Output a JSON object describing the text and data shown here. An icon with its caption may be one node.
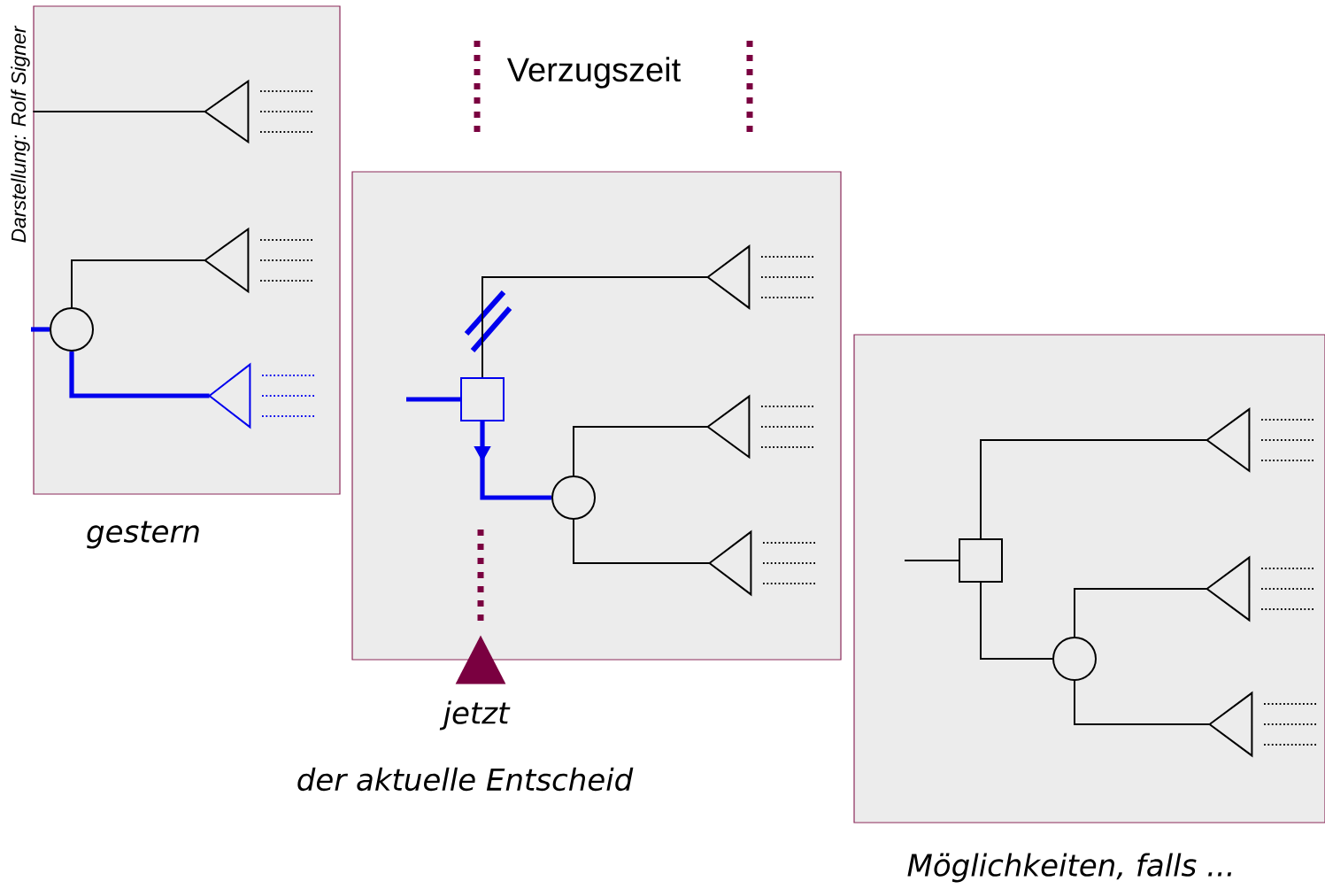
{
  "diagram": {
    "nodes": [
      {
        "text": [],
        "shape": "box",
        "beside": [
          "gestern"
        ]
      },
      {
        "text": [],
        "shape": "triangle",
        "in": 0
      },
      {
        "text": [],
        "shape": "triangle",
        "in": 0
      },
      {
        "text": [],
        "shape": "circle",
        "in": 0
      },
      {
        "text": [],
        "shape": "triangle",
        "in": 0
      },
      {
        "text": [],
        "shape": "box",
        "beside": [
          "der aktuelle Entscheid"
        ]
      },
      {
        "text": [],
        "shape": "triangle",
        "in": 5
      },
      {
        "text": [],
        "shape": "box",
        "in": 5
      },
      {
        "text": [],
        "shape": "triangle",
        "in": 5
      },
      {
        "text": [],
        "shape": "circle",
        "in": 5
      },
      {
        "text": [],
        "shape": "triangle",
        "in": 5
      },
      {
        "text": [],
        "shape": "triangle",
        "beside": [
          "jetzt"
        ]
      },
      {
        "text": [],
        "shape": "box",
        "beside": [
          "Möglichkeiten, falls ..."
        ]
      },
      {
        "text": [],
        "shape": "box",
        "in": 12
      },
      {
        "text": [],
        "shape": "triangle",
        "in": 12
      },
      {
        "text": [],
        "shape": "circle",
        "in": 12
      },
      {
        "text": [],
        "shape": "triangle",
        "in": 12
      },
      {
        "text": [],
        "shape": "triangle",
        "in": 12
      }
    ],
    "edges": [
      {
        "from": 0,
        "to": 1,
        "arrow": "none"
      },
      {
        "from": null,
        "to": 3,
        "arrow": "none",
        "style": "thick",
        "color": "#0000ee"
      },
      {
        "from": 3,
        "to": 2,
        "arrow": "none"
      },
      {
        "from": 3,
        "to": 4,
        "arrow": "none",
        "style": "thick",
        "color": "#0000ee"
      },
      {
        "from": null,
        "to": 7,
        "arrow": "none",
        "style": "thick",
        "color": "#0000ee"
      },
      {
        "from": 7,
        "to": 6,
        "arrow": "none"
      },
      {
        "from": 7,
        "to": 9,
        "arrow": "to",
        "style": "thick",
        "color": "#0000ee"
      },
      {
        "from": 9,
        "to": 8,
        "arrow": "none"
      },
      {
        "from": 9,
        "to": 10,
        "arrow": "none"
      },
      {
        "from": null,
        "to": 13,
        "arrow": "none"
      },
      {
        "from": 13,
        "to": 14,
        "arrow": "none"
      },
      {
        "from": 13,
        "to": 15,
        "arrow": "none"
      },
      {
        "from": 15,
        "to": 16,
        "arrow": "none"
      },
      {
        "from": 15,
        "to": 17,
        "arrow": "none"
      }
    ],
    "labels": [
      "Darstellung: Rolf Signer",
      "Verzugszeit"
    ]
  }
}
